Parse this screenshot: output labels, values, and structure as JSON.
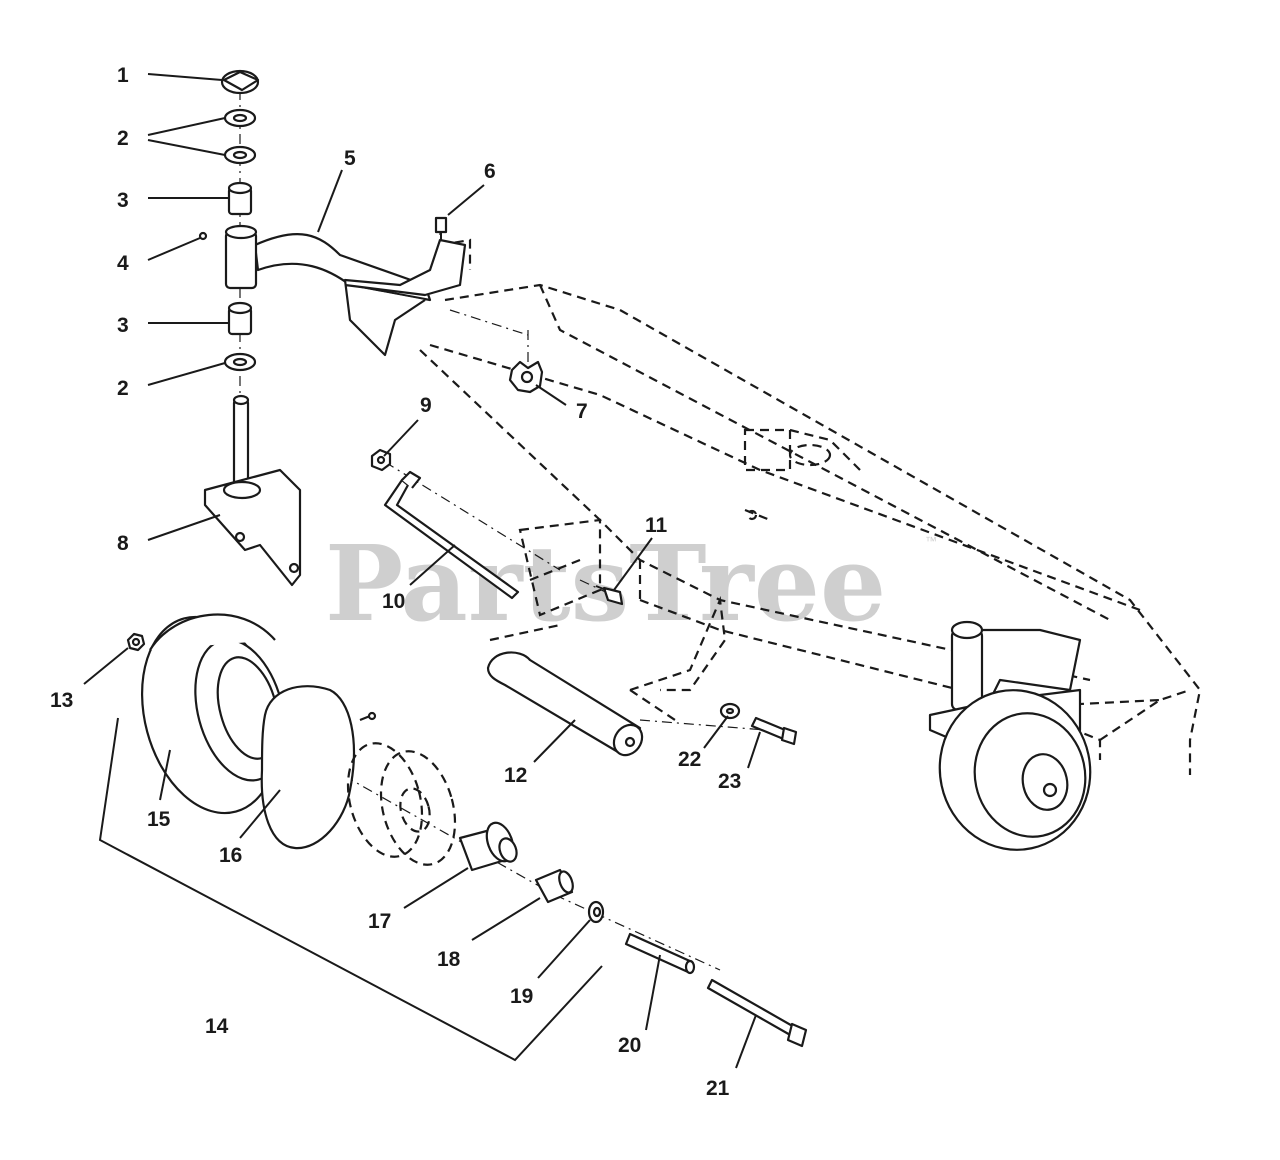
{
  "watermark": {
    "text": "PartsTree",
    "trademark": "™"
  },
  "callouts": [
    {
      "id": "callout-1",
      "text": "1"
    },
    {
      "id": "callout-2a",
      "text": "2"
    },
    {
      "id": "callout-3a",
      "text": "3"
    },
    {
      "id": "callout-4",
      "text": "4"
    },
    {
      "id": "callout-3b",
      "text": "3"
    },
    {
      "id": "callout-2b",
      "text": "2"
    },
    {
      "id": "callout-5",
      "text": "5"
    },
    {
      "id": "callout-6",
      "text": "6"
    },
    {
      "id": "callout-7",
      "text": "7"
    },
    {
      "id": "callout-8",
      "text": "8"
    },
    {
      "id": "callout-9",
      "text": "9"
    },
    {
      "id": "callout-10",
      "text": "10"
    },
    {
      "id": "callout-11",
      "text": "11"
    },
    {
      "id": "callout-12",
      "text": "12"
    },
    {
      "id": "callout-13",
      "text": "13"
    },
    {
      "id": "callout-14",
      "text": "14"
    },
    {
      "id": "callout-15",
      "text": "15"
    },
    {
      "id": "callout-16",
      "text": "16"
    },
    {
      "id": "callout-17",
      "text": "17"
    },
    {
      "id": "callout-18",
      "text": "18"
    },
    {
      "id": "callout-19",
      "text": "19"
    },
    {
      "id": "callout-20",
      "text": "20"
    },
    {
      "id": "callout-21",
      "text": "21"
    },
    {
      "id": "callout-22",
      "text": "22"
    },
    {
      "id": "callout-23",
      "text": "23"
    }
  ]
}
